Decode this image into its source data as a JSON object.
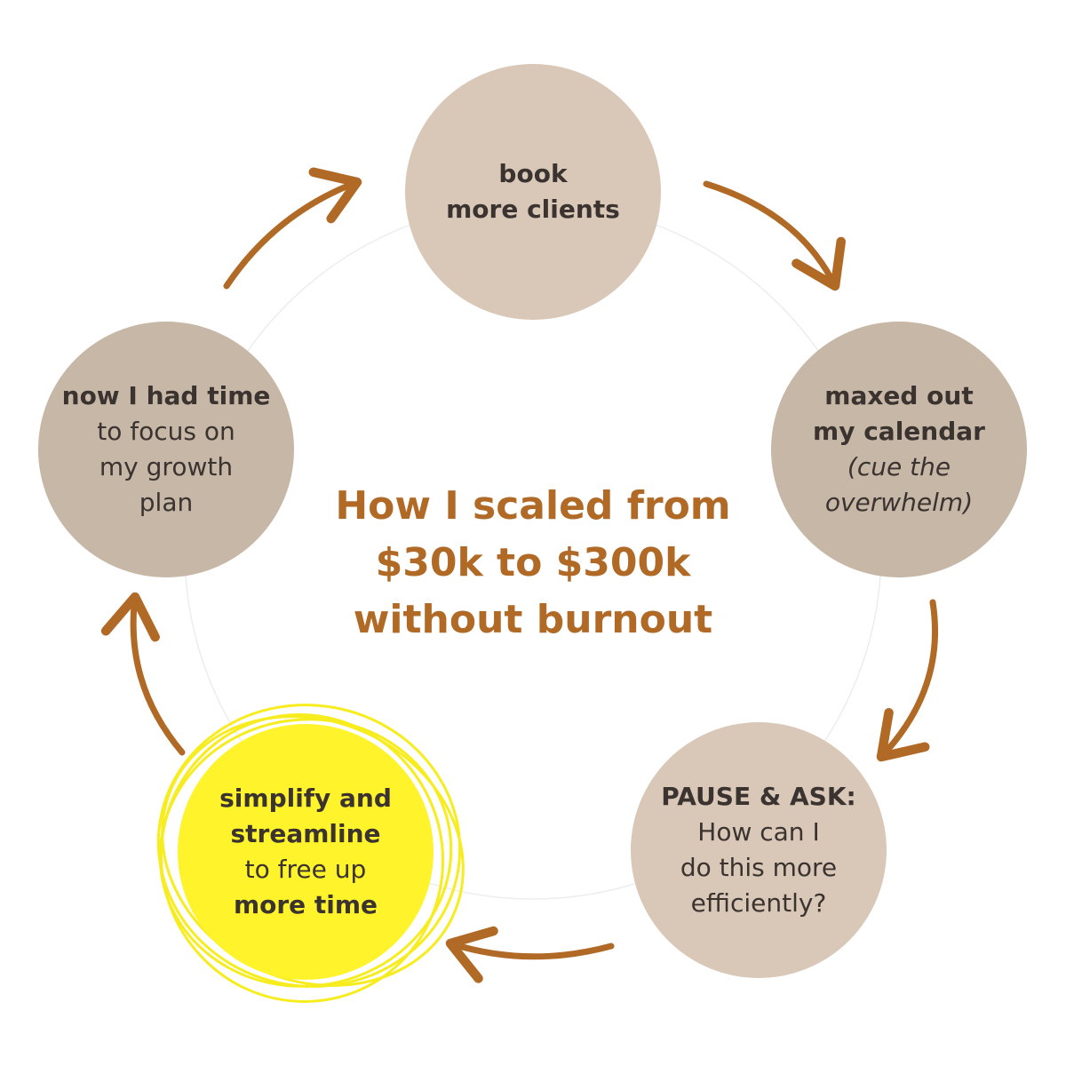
{
  "title": {
    "lines": [
      "How I scaled from",
      "$30k to $300k",
      "without burnout"
    ]
  },
  "nodes": {
    "book": {
      "line1": "book",
      "line2": "more clients"
    },
    "calendar": {
      "line1": "maxed out",
      "line2": "my calendar",
      "line3": "(cue the",
      "line4": "overwhelm)"
    },
    "pause": {
      "line1": "PAUSE & ASK:",
      "line2": "How can I",
      "line3": "do this more",
      "line4": "efficiently?"
    },
    "simplify": {
      "line1": "simplify and",
      "line2": "streamline",
      "line3": "to free up",
      "line4": "more time"
    },
    "time": {
      "line1": "now I had time",
      "line2": "to focus on",
      "line3": "my growth",
      "line4": "plan"
    }
  },
  "colors": {
    "arrow": "#b06a26",
    "node_light": "#d9c8b7",
    "node_dark": "#c7b7a6",
    "highlight": "#fff32b",
    "title": "#b06a26"
  }
}
